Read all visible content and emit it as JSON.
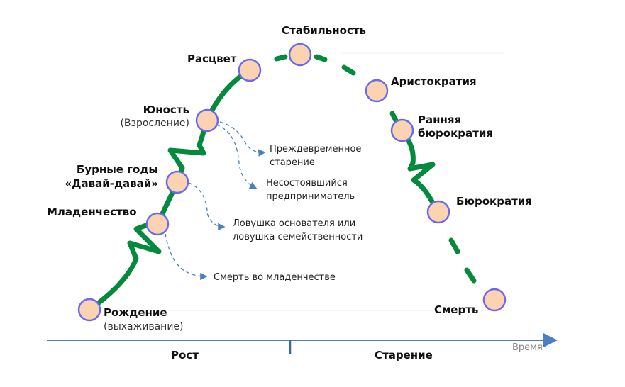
{
  "stages": {
    "birth": {
      "title": "Рождение",
      "subtitle": "(выхаживание)"
    },
    "infancy": {
      "title": "Младенчество"
    },
    "gogo": {
      "title": "Бурные годы",
      "title2": "«Давай-давай»"
    },
    "youth": {
      "title": "Юность",
      "subtitle": "(Взросление)"
    },
    "prime": {
      "title": "Расцвет"
    },
    "stable": {
      "title": "Стабильность"
    },
    "aristocracy": {
      "title": "Аристократия"
    },
    "early_bureaucracy": {
      "title": "Ранняя",
      "title2": "бюрократия"
    },
    "bureaucracy": {
      "title": "Бюрократия"
    },
    "death": {
      "title": "Смерть"
    }
  },
  "traps": {
    "premature_aging": {
      "line1": "Преждевременное",
      "line2": "старение"
    },
    "failed_entrepreneur": {
      "line1": "Несостоявшийся",
      "line2": "предприниматель"
    },
    "founder_trap": {
      "line1": "Ловушка основателя или",
      "line2": "ловушка семейственности"
    },
    "infant_mortality": {
      "line1": "Смерть во младенчестве"
    }
  },
  "axis": {
    "time_label": "Время",
    "growth_label": "Рост",
    "aging_label": "Старение"
  },
  "colors": {
    "curve": "#038a3c",
    "node_fill": "#fbd3b0",
    "node_stroke": "#6a6af0",
    "arrow": "#4a7fc0",
    "axis": "#4a7fc0"
  }
}
